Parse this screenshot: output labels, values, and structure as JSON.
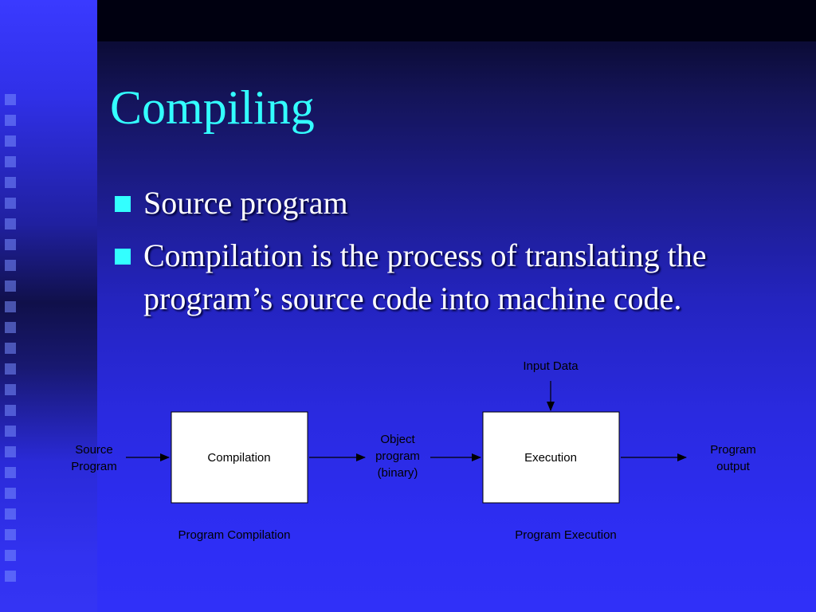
{
  "slide": {
    "title": "Compiling",
    "bullets": [
      {
        "text": "Source program"
      },
      {
        "text": "Compilation is the process of translating the program’s source code into machine code."
      }
    ]
  },
  "diagram": {
    "input_data": "Input Data",
    "source_line1": "Source",
    "source_line2": "Program",
    "compilation_box": "Compilation",
    "object_line1": "Object",
    "object_line2": "program",
    "object_line3": "(binary)",
    "execution_box": "Execution",
    "output_line1": "Program",
    "output_line2": "output",
    "caption_compilation": "Program Compilation",
    "caption_execution": "Program Execution"
  },
  "colors": {
    "title": "#33ffff",
    "bullet": "#33ffff",
    "text": "#ffffff",
    "background": "#2e2ef5"
  }
}
